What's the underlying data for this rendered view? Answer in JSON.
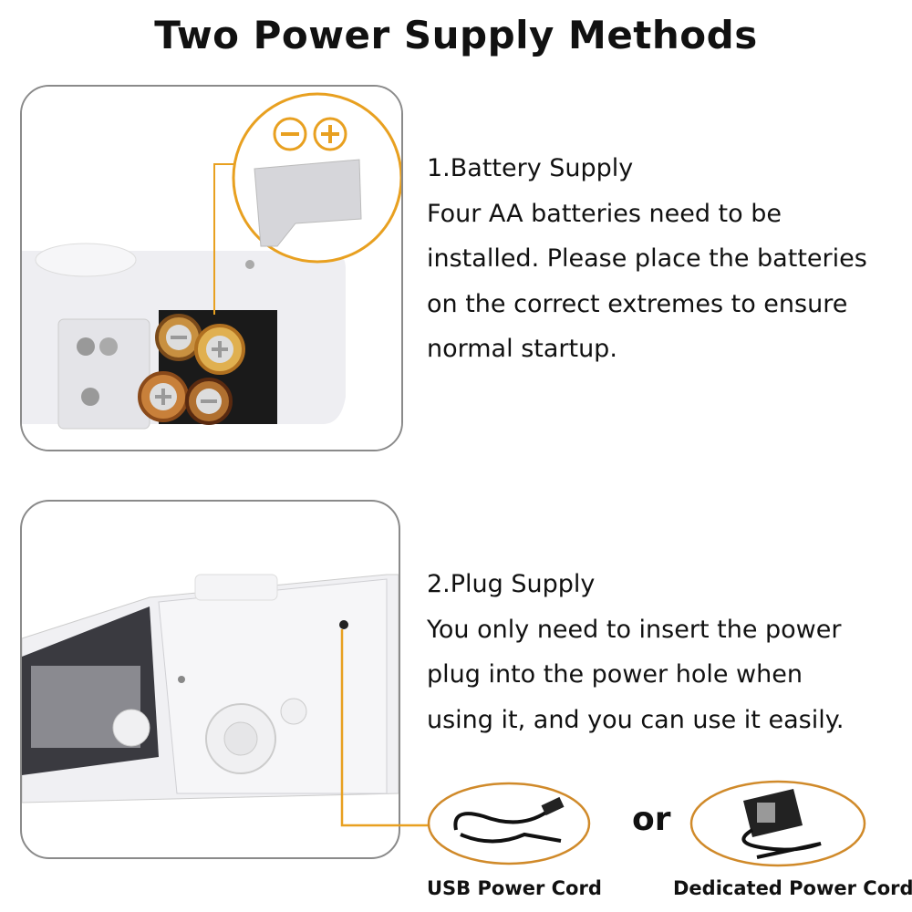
{
  "title": "Two Power Supply Methods",
  "battery": {
    "heading": "1.Battery Supply",
    "lines": [
      "Four AA batteries need to be",
      "installed. Please place the batteries",
      "on the correct extremes to ensure",
      "normal startup."
    ]
  },
  "plug": {
    "heading": "2.Plug Supply",
    "lines": [
      "You only need to insert the power",
      "plug into the power hole when",
      "using it, and you can use it easily."
    ]
  },
  "options": {
    "usb_label": "USB Power Cord",
    "or_label": "or",
    "dedicated_label": "Dedicated Power Cord"
  },
  "colors": {
    "accent": "#e8a020",
    "border": "#8a8a8a"
  }
}
